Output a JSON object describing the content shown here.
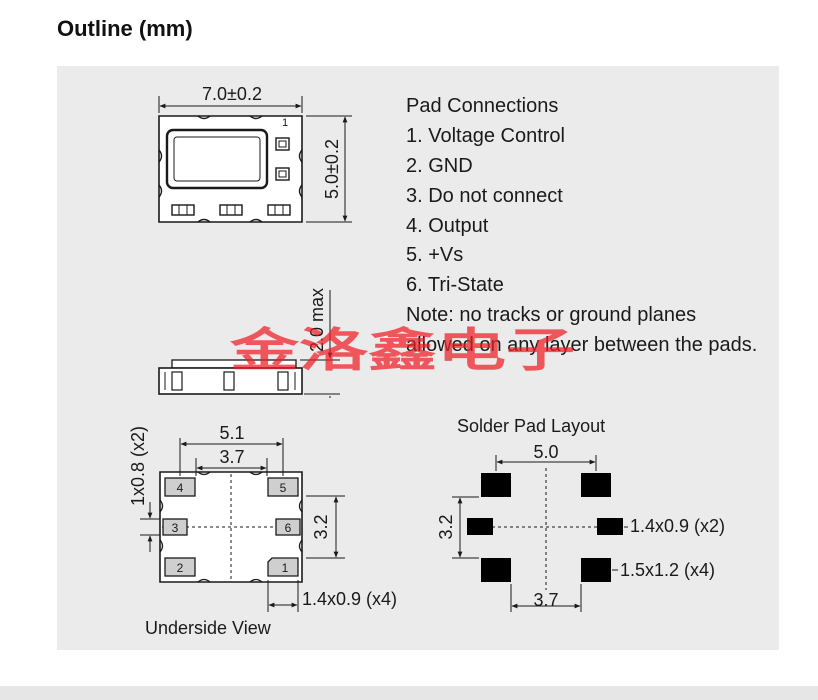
{
  "title": "Outline (mm)",
  "top_view": {
    "width_dim": "7.0±0.2",
    "height_dim": "5.0±0.2",
    "pin_mark": "1"
  },
  "side_view": {
    "height_dim": "2.0 max"
  },
  "pad_connections": {
    "heading": "Pad Connections",
    "items": [
      "1. Voltage Control",
      "2. GND",
      "3. Do not connect",
      "4. Output",
      "5. +Vs",
      "6. Tri-State"
    ],
    "note_line1": "Note: no tracks or ground planes",
    "note_line2": "allowed on any layer between the pads."
  },
  "underside_view": {
    "label": "Underside View",
    "dim_outer": "5.1",
    "dim_inner": "3.7",
    "dim_vertical": "3.2",
    "dim_side_pads": "1x0.8 (x2)",
    "dim_corner_pads": "1.4x0.9 (x4)",
    "pads": [
      "4",
      "5",
      "3",
      "6",
      "2",
      "1"
    ]
  },
  "solder_pad_layout": {
    "label": "Solder Pad Layout",
    "dim_top": "5.0",
    "dim_bottom": "3.7",
    "dim_vertical": "3.2",
    "dim_side_pads": "1.4x0.9 (x2)",
    "dim_corner_pads": "1.5x1.2 (x4)"
  },
  "watermark": "金洛鑫电子",
  "colors": {
    "panel": "#ebebeb",
    "pad_fill": "#cfcfcf",
    "solder_pad": "#000000",
    "watermark": "#ee1c24"
  }
}
